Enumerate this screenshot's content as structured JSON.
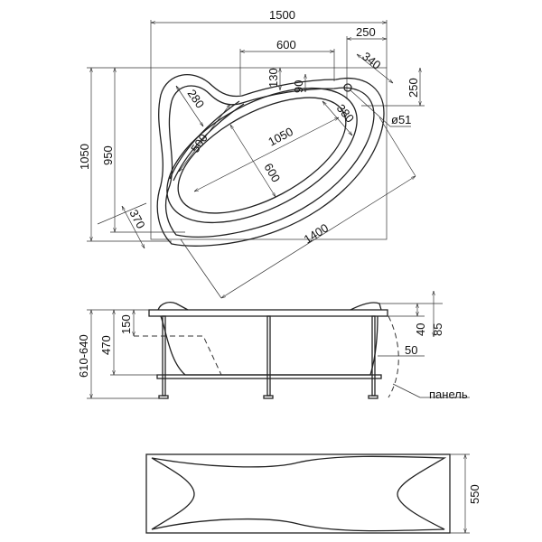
{
  "top_view": {
    "width_total": "1500",
    "width_250_top": "250",
    "width_600": "600",
    "diag_340": "340",
    "depth_130": "130",
    "depth_90": "90",
    "depth_250_right": "250",
    "radius_280": "280",
    "len_500": "500",
    "len_1050": "1050",
    "width_600_bowl": "600",
    "len_380": "380",
    "drain_diameter": "ø51",
    "height_1050": "1050",
    "height_950": "950",
    "len_370": "370",
    "len_1400": "1400"
  },
  "side_view": {
    "height_total": "610-640",
    "depth_470": "470",
    "depth_150": "150",
    "rim_40": "40",
    "rim_85": "85",
    "offset_50": "50",
    "panel_label": "панель"
  },
  "front_panel": {
    "height_550": "550"
  }
}
